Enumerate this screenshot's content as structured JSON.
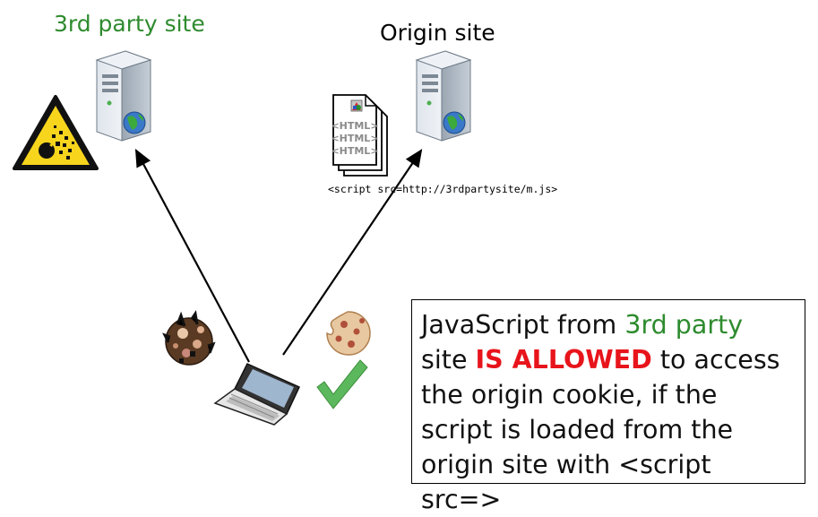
{
  "labels": {
    "third_party": "3rd party site",
    "origin": "Origin site",
    "script_tag": "<script src=http://3rdpartysite/m.js>"
  },
  "html_doc_text": "<HTML>",
  "description": {
    "part1": "JavaScript from ",
    "part2": "3rd party",
    "part3": "site ",
    "part4": "IS ALLOWED",
    "part5": " to access the origin cookie, if the script is loaded from the origin site with <script src=>"
  },
  "colors": {
    "green": "#2e8b2e",
    "red": "#e8141b",
    "check": "#5cb85c"
  }
}
